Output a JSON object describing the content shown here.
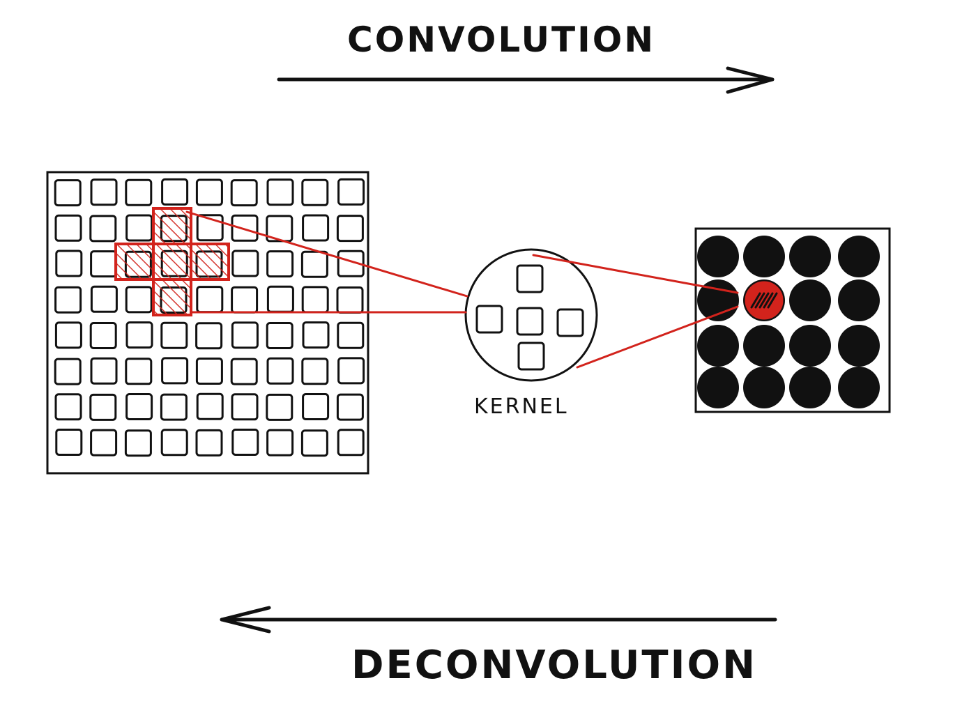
{
  "labels": {
    "top_direction": "CONVOLUTION",
    "bottom_direction": "DECONVOLUTION",
    "kernel": "KERNEL"
  },
  "input_grid": {
    "rows": 8,
    "cols": 9
  },
  "output_grid": {
    "rows": 4,
    "cols": 4,
    "highlighted_cell": {
      "row": 1,
      "col": 1
    }
  },
  "kernel": {
    "shape": "plus",
    "cells": 5
  },
  "highlighted_input_cells": [
    [
      1,
      3
    ],
    [
      2,
      2
    ],
    [
      2,
      3
    ],
    [
      2,
      4
    ],
    [
      3,
      3
    ]
  ],
  "colors": {
    "ink": "#111111",
    "accent": "#d2231c",
    "background": "#ffffff"
  }
}
